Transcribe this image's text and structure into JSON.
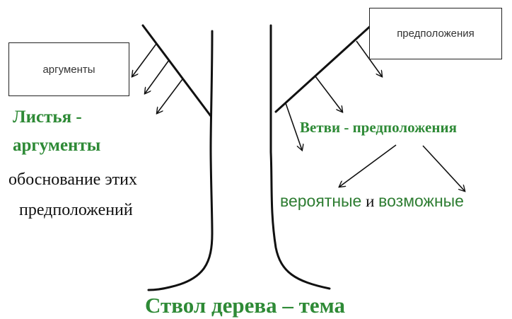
{
  "boxes": {
    "left": "аргументы",
    "right": "предположения"
  },
  "labels": {
    "leaves_line1": "Листья -",
    "leaves_line2": "аргументы",
    "justification_line1": "обоснование этих",
    "justification_line2": "предположений",
    "branches": "Ветви - предположения",
    "probable": "вероятные",
    "and": "и",
    "possible": "возможные",
    "trunk": "Ствол дерева – тема"
  },
  "colors": {
    "green": "#2e8a36",
    "line": "#111111"
  }
}
